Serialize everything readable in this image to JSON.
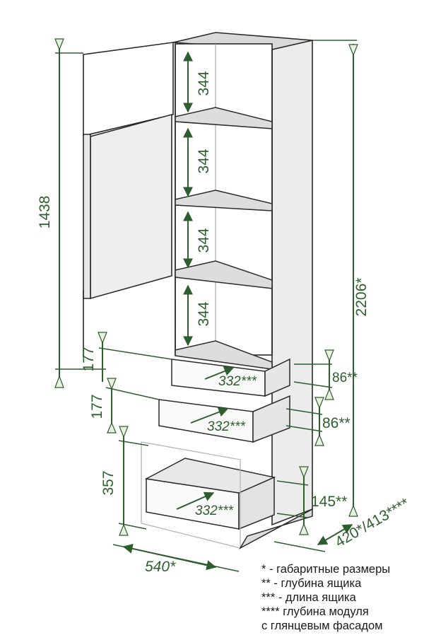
{
  "dimensions": {
    "door_height": "1438",
    "shelf_gap_1": "344",
    "shelf_gap_2": "344",
    "shelf_gap_3": "344",
    "shelf_gap_4": "344",
    "total_height": "2206*",
    "drawer1_front": "177",
    "drawer2_front": "177",
    "drawer3_front": "357",
    "drawer1_length": "332***",
    "drawer2_length": "332***",
    "drawer3_length": "332***",
    "drawer1_depth": "86**",
    "drawer2_depth": "86**",
    "drawer3_depth": "145**",
    "width": "540*",
    "module_depth": "420*/413****"
  },
  "legend": [
    "* - габаритные размеры",
    "** - глубина ящика",
    "*** - длина ящика",
    "**** глубина модуля",
    "с глянцевым фасадом"
  ],
  "colors": {
    "dimension_line": "#2e5e2e",
    "outline": "#2a2a2a",
    "panel_fill": "#eeeeee",
    "interior_fill": "#ffffff"
  }
}
